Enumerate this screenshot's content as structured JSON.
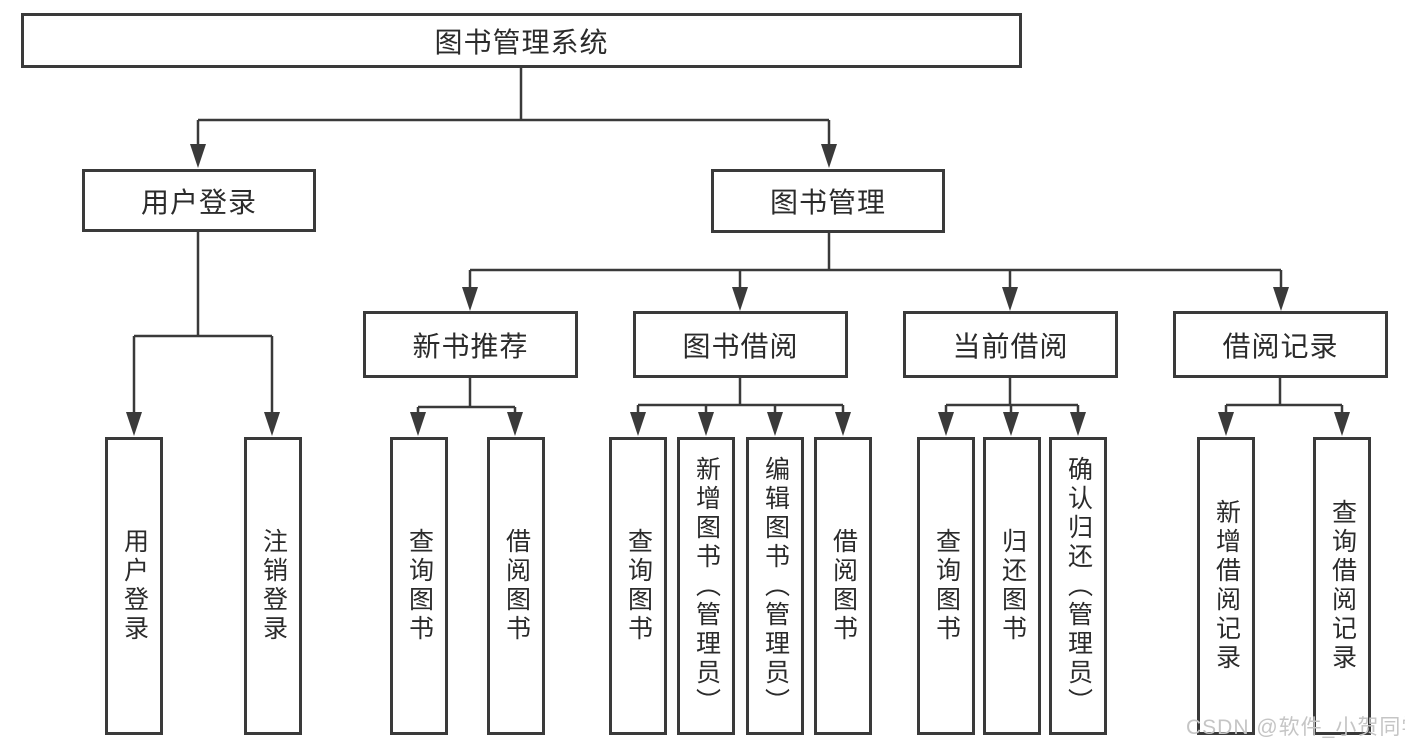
{
  "diagram": {
    "type": "tree",
    "orientation": "top-down",
    "root": {
      "label": "图书管理系统",
      "children": [
        {
          "label": "用户登录",
          "children": [
            {
              "label": "用户登录"
            },
            {
              "label": "注销登录"
            }
          ]
        },
        {
          "label": "图书管理",
          "children": [
            {
              "label": "新书推荐",
              "children": [
                {
                  "label": "查询图书"
                },
                {
                  "label": "借阅图书"
                }
              ]
            },
            {
              "label": "图书借阅",
              "children": [
                {
                  "label": "查询图书"
                },
                {
                  "label": "新增图书（管理员）"
                },
                {
                  "label": "编辑图书（管理员）"
                },
                {
                  "label": "借阅图书"
                }
              ]
            },
            {
              "label": "当前借阅",
              "children": [
                {
                  "label": "查询图书"
                },
                {
                  "label": "归还图书"
                },
                {
                  "label": "确认归还（管理员）"
                }
              ]
            },
            {
              "label": "借阅记录",
              "children": [
                {
                  "label": "新增借阅记录"
                },
                {
                  "label": "查询借阅记录"
                }
              ]
            }
          ]
        }
      ]
    }
  },
  "watermark": {
    "text": "CSDN @软件_小贺同学"
  },
  "colors": {
    "line": "#3a3a3a",
    "box_border": "#3a3a3a",
    "box_fill": "#ffffff",
    "text": "#2b2b2b",
    "watermark": "#c5c5c5",
    "background": "#ffffff"
  }
}
